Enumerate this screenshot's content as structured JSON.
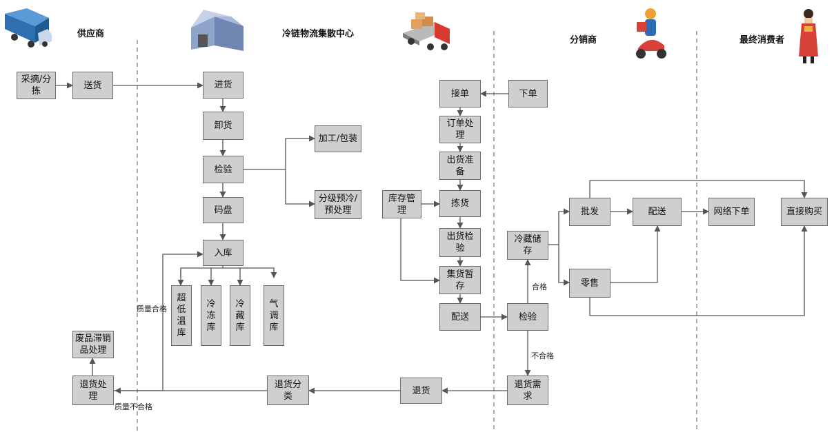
{
  "lanes": {
    "supplier": "供应商",
    "center": "冷链物流集散中心",
    "distributor": "分销商",
    "consumer": "最终消费者"
  },
  "nodes": {
    "pick": "采摘/分\n拣",
    "send": "送货",
    "inbound": "进货",
    "unload": "卸货",
    "inspect1": "检验",
    "process": "加工/包装",
    "grade": "分级预冷/\n预处理",
    "stack": "码盘",
    "store": "入库",
    "ultra": "超\n低\n温\n库",
    "freeze": "冷\n冻\n库",
    "chill": "冷\n藏\n库",
    "ca": "气\n调\n库",
    "waste": "废品滞销\n品处理",
    "return_handle": "退货处\n理",
    "return_sort": "退货分\n类",
    "return": "退货",
    "order_recv": "接单",
    "order_proc": "订单处\n理",
    "ship_prep": "出货准\n备",
    "inventory": "库存管\n理",
    "picking": "拣货",
    "ship_check": "出货检\n验",
    "consolidate": "集货暂\n存",
    "deliver1": "配送",
    "place_order": "下单",
    "inspect2": "检验",
    "cold_store": "冷藏储\n存",
    "return_req": "退货需\n求",
    "wholesale": "批发",
    "retail": "零售",
    "deliver2": "配送",
    "online_order": "网络下单",
    "direct_buy": "直接购买"
  },
  "edge_labels": {
    "quality_ok": "质量合格",
    "quality_bad": "质量不合格",
    "pass": "合格",
    "fail": "不合格"
  },
  "colors": {
    "box_fill": "#cfcfcf",
    "box_border": "#6b6b6b",
    "line": "#555555",
    "divider": "#777777"
  },
  "icons": [
    "truck-icon",
    "warehouse-icon",
    "delivery-truck-icon",
    "scooter-courier-icon",
    "consumer-woman-icon"
  ]
}
